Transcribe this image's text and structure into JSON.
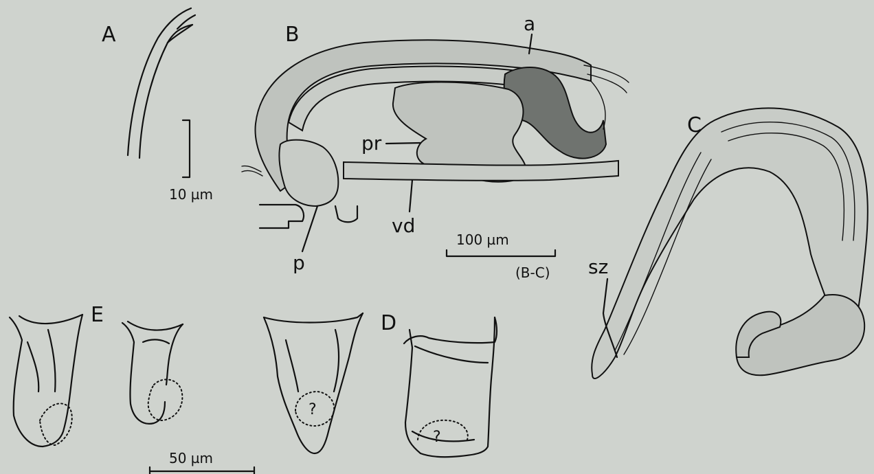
{
  "panels": {
    "A": "A",
    "B": "B",
    "C": "C",
    "D": "D",
    "E": "E"
  },
  "labels": {
    "a": "a",
    "pr": "pr",
    "vd": "vd",
    "p": "p",
    "sz": "sz"
  },
  "scale_bars": {
    "a_scale": "10 µm",
    "bc_scale": "100 µm",
    "bc_scope": "(B-C)",
    "de_scale": "50 µm"
  },
  "question_marks": [
    "?",
    "?"
  ],
  "colors": {
    "background": "#cfd3ce",
    "ink": "#111111",
    "tissue_fill": "#bfc3be",
    "dense_tissue_fill": "#6f736f"
  }
}
